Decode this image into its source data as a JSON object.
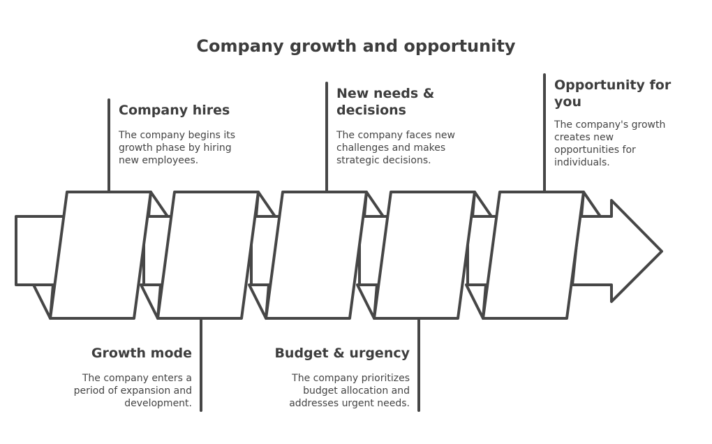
{
  "title": "Company growth and opportunity",
  "stages": [
    {
      "heading": "Company hires",
      "text": "The company begins its growth phase by hiring new employees."
    },
    {
      "heading": "Growth mode",
      "text": "The company enters a period of expansion and development."
    },
    {
      "heading": "New needs & decisions",
      "text": "The company faces new challenges and makes strategic decisions."
    },
    {
      "heading": "Budget & urgency",
      "text": "The company prioritizes budget allocation and addresses urgent needs."
    },
    {
      "heading": "Opportunity for you",
      "text": "The company's growth creates new opportunities for individuals."
    }
  ],
  "colors": {
    "stroke": "#464646",
    "fill": "#ffffff"
  }
}
